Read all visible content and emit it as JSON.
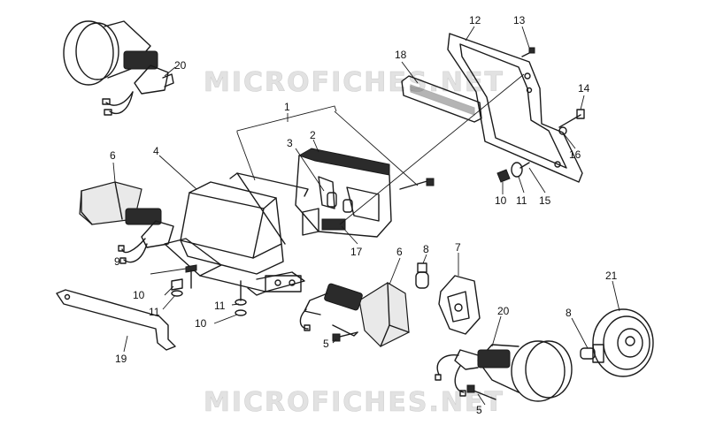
{
  "watermark": {
    "top": "MICROFICHES.NET",
    "bottom": "MICROFICHES.NET"
  },
  "callouts": {
    "c1": "1",
    "c2": "2",
    "c3": "3",
    "c4": "4",
    "c5a": "5",
    "c5b": "5",
    "c6a": "6",
    "c6b": "6",
    "c7": "7",
    "c8a": "8",
    "c8b": "8",
    "c9": "9",
    "c10a": "10",
    "c10b": "10",
    "c10c": "10",
    "c11a": "11",
    "c11b": "11",
    "c11c": "11",
    "c12": "12",
    "c13": "13",
    "c14": "14",
    "c15": "15",
    "c16": "16",
    "c17": "17",
    "c18": "18",
    "c19": "19",
    "c20a": "20",
    "c20b": "20",
    "c21": "21"
  }
}
